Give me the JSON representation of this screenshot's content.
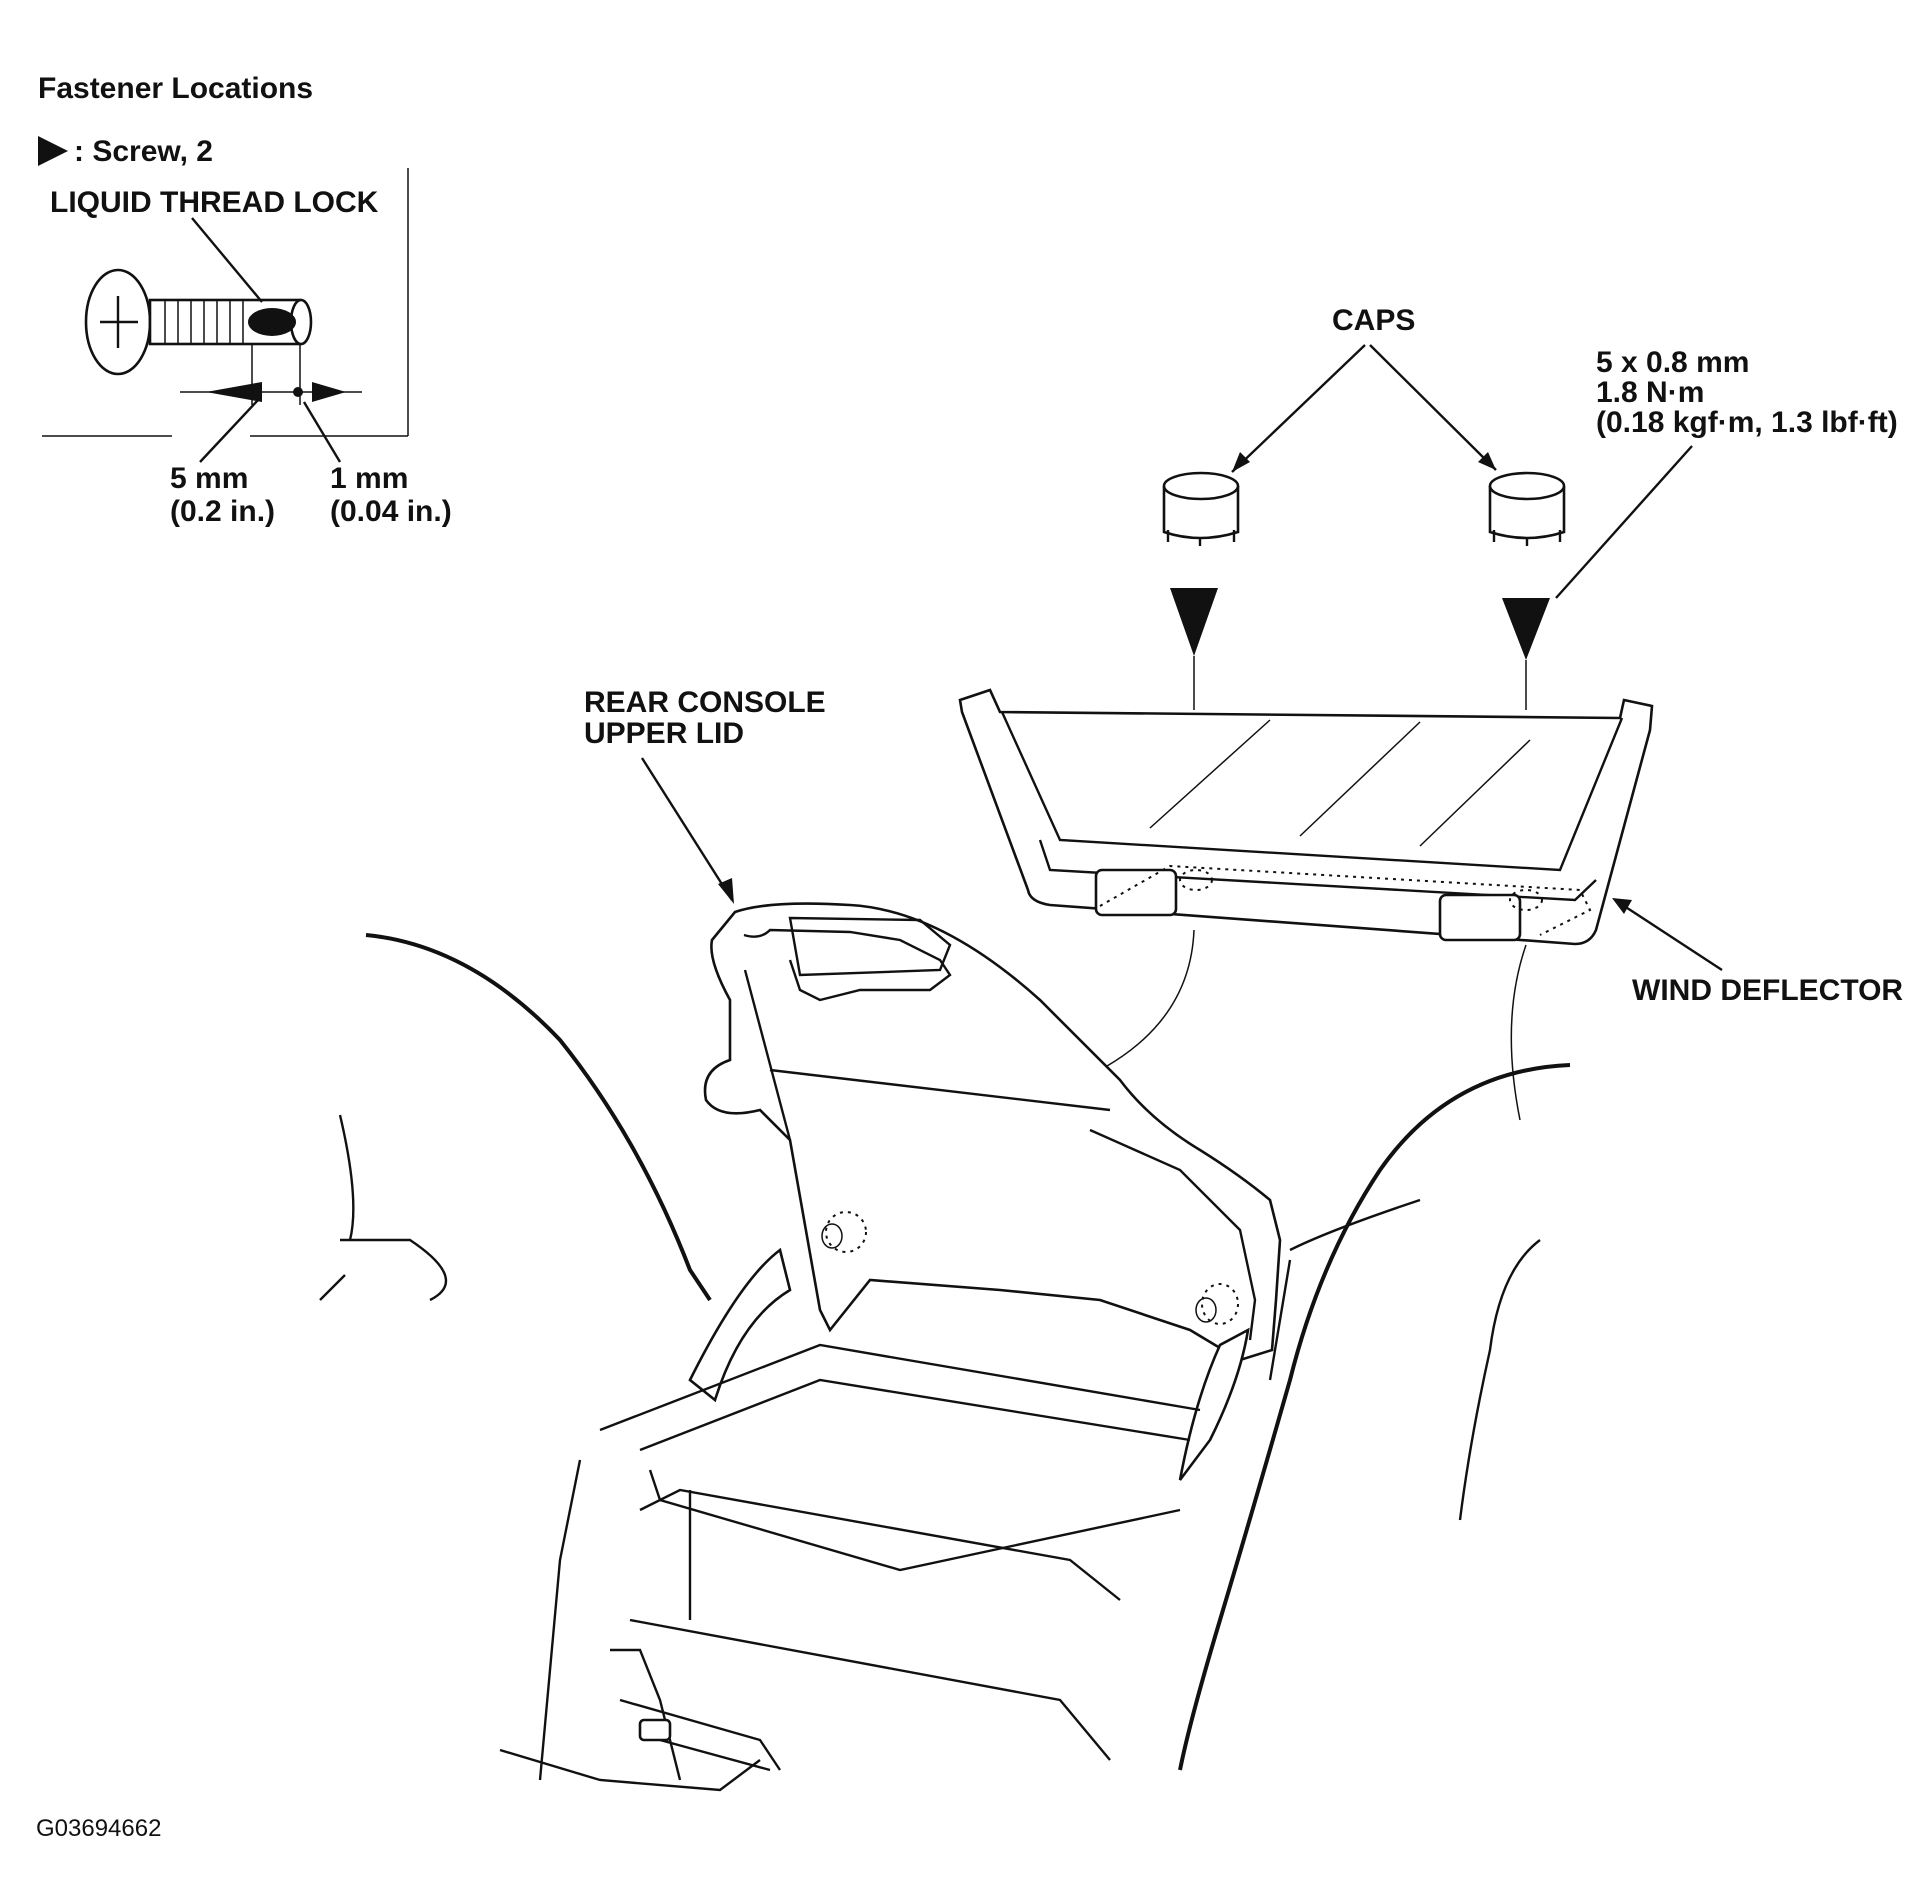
{
  "title": "Fastener Locations",
  "legend": {
    "symbol": "screw-marker-icon",
    "text": ": Screw, 2"
  },
  "screw_detail": {
    "thread_lock_label": "LIQUID THREAD LOCK",
    "dim_left": {
      "line1": "5 mm",
      "line2": "(0.2 in.)"
    },
    "dim_right": {
      "line1": "1 mm",
      "line2": "(0.04 in.)"
    }
  },
  "labels": {
    "caps": "CAPS",
    "spec_line1": "5 x 0.8 mm",
    "spec_line2": "1.8 N·m",
    "spec_line3": "(0.18 kgf·m, 1.3 lbf·ft)",
    "rear_console_line1": "REAR CONSOLE",
    "rear_console_line2": "UPPER LID",
    "wind_deflector": "WIND DEFLECTOR"
  },
  "figure_id": "G03694662",
  "icons": [
    "screw-marker-icon",
    "screw-icon",
    "cap-icon",
    "screw-arrow-icon"
  ],
  "colors": {
    "ink": "#111111",
    "paper": "#ffffff"
  }
}
